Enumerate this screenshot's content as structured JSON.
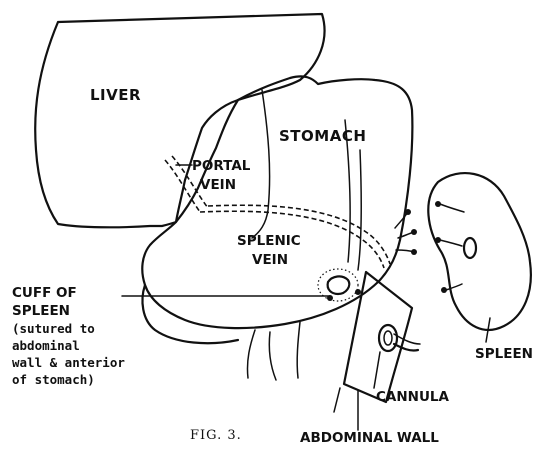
{
  "labels": {
    "liver": "LIVER",
    "stomach": "STOMACH",
    "portal_vein": [
      "PORTAL",
      "VEIN"
    ],
    "splenic_vein": [
      "SPLENIC",
      "VEIN"
    ],
    "cuff_of_spleen": [
      "CUFF OF",
      "SPLEEN"
    ],
    "cuff_note": [
      "(sutured to",
      "abdominal",
      "wall & anterior",
      "of stomach)"
    ],
    "spleen": "SPLEEN",
    "cannula": "CANNULA",
    "abdominal_wall": "ABDOMINAL WALL"
  },
  "caption": "FIG. 3."
}
